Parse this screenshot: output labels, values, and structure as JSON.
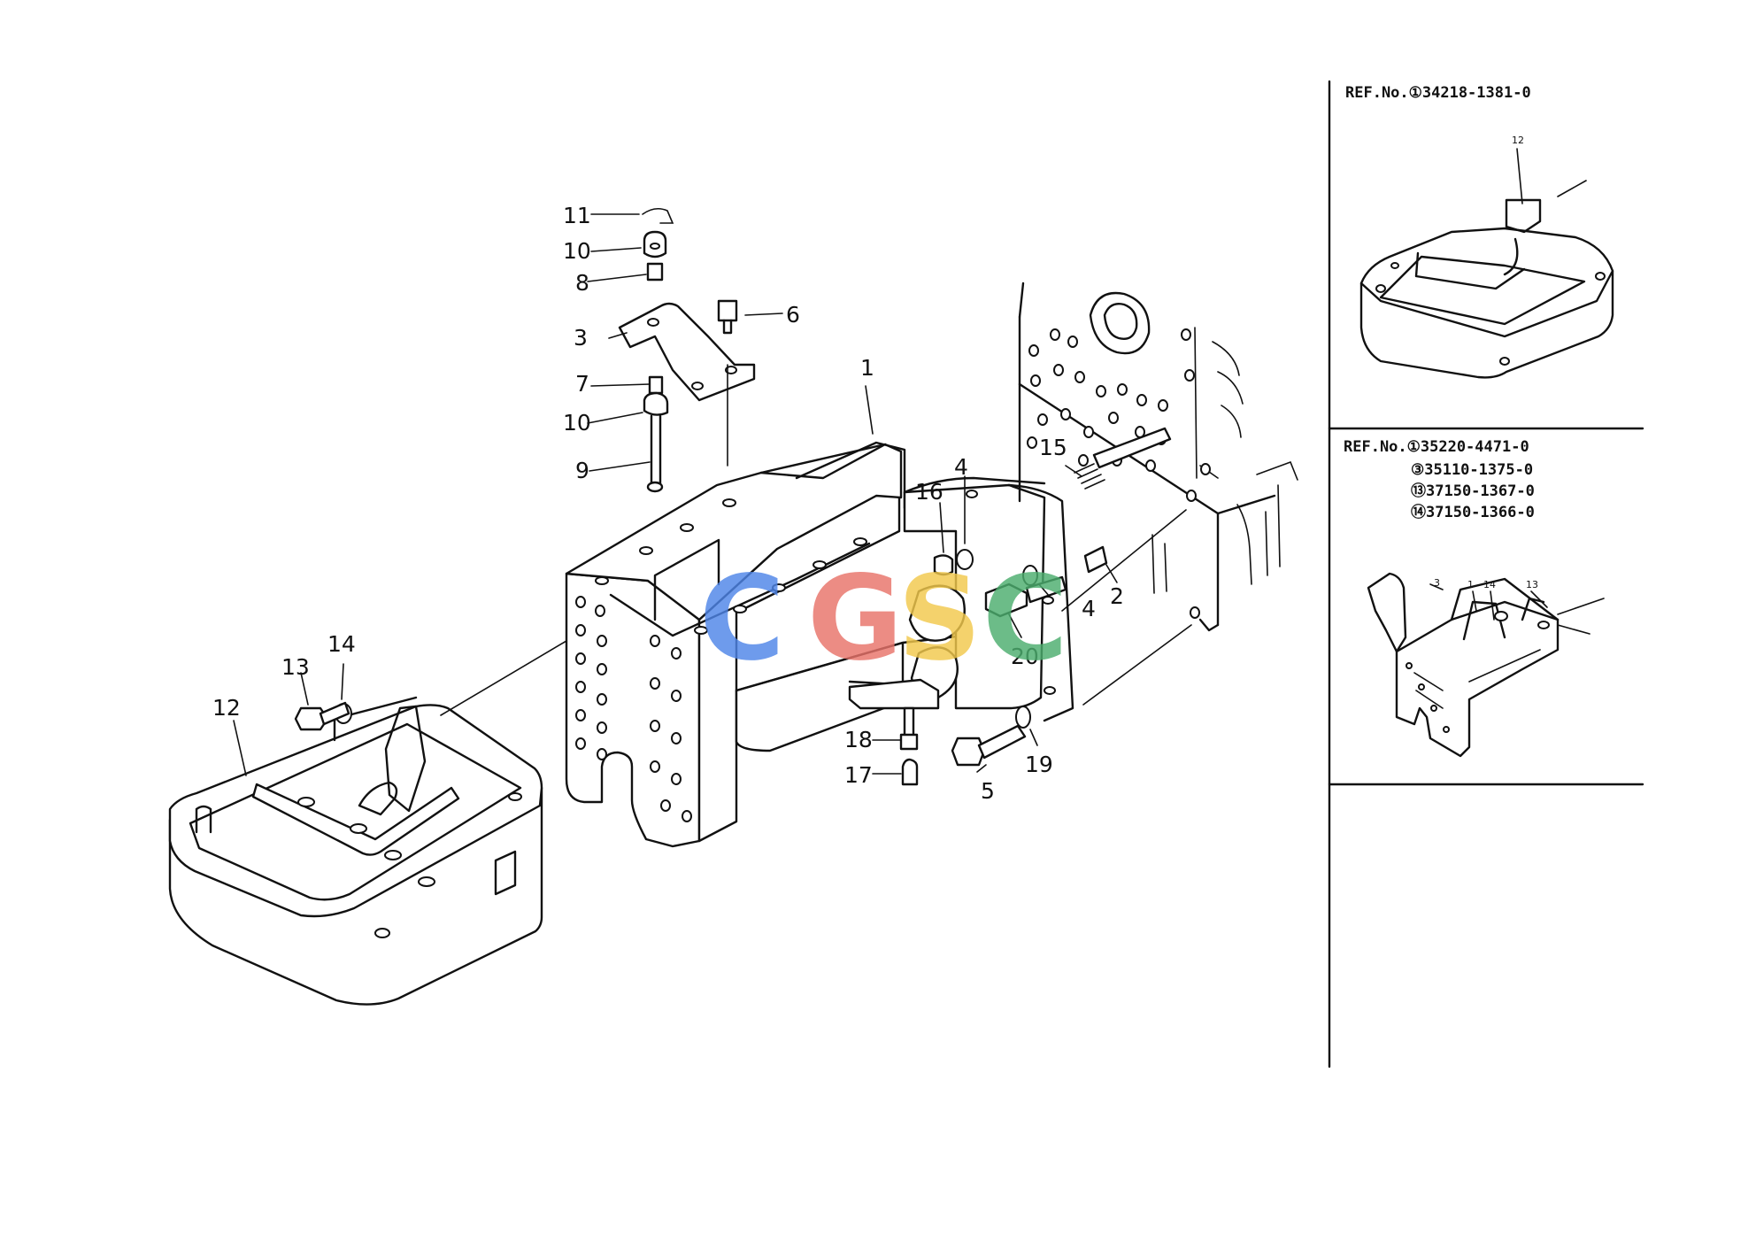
{
  "callouts": {
    "c1": "1",
    "c2": "2",
    "c3": "3",
    "c4a": "4",
    "c4b": "4",
    "c5": "5",
    "c6": "6",
    "c7": "7",
    "c8": "8",
    "c9": "9",
    "c10a": "10",
    "c10b": "10",
    "c11": "11",
    "c12": "12",
    "c13": "13",
    "c14": "14",
    "c15": "15",
    "c16": "16",
    "c17": "17",
    "c18": "18",
    "c19": "19",
    "c20": "20"
  },
  "ref_panel_1": {
    "ref_line": "REF.No.①34218-1381-0",
    "callout": "12"
  },
  "ref_panel_2": {
    "ref_line_1": "REF.No.①35220-4471-0",
    "ref_line_2": "③35110-1375-0",
    "ref_line_3": "⑬37150-1367-0",
    "ref_line_4": "⑭37150-1366-0",
    "callout_a": "3",
    "callout_b": "1",
    "callout_c": "14",
    "callout_d": "13"
  },
  "watermark": {
    "letters": [
      "C",
      "G",
      "S",
      "C"
    ],
    "colors": [
      "#4f86e8",
      "#e8736a",
      "#f2c94c",
      "#4cae6e"
    ]
  }
}
